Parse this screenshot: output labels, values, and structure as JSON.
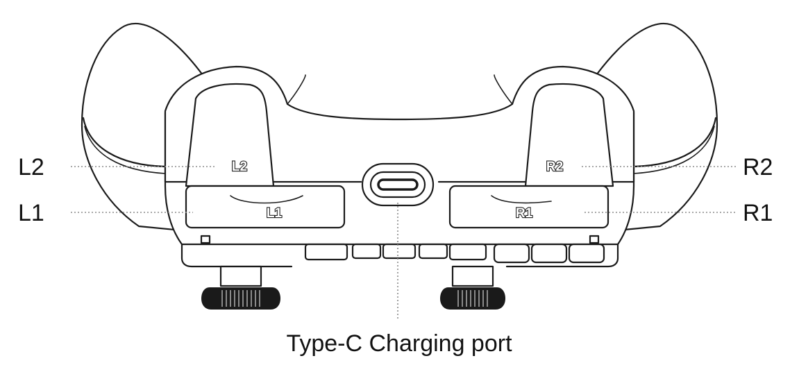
{
  "labels": {
    "l2": "L2",
    "l1": "L1",
    "r2": "R2",
    "r1": "R1",
    "port": "Type-C Charging port"
  },
  "buttons": {
    "l2": "L2",
    "l1": "L1",
    "r2": "R2",
    "r1": "R1"
  }
}
